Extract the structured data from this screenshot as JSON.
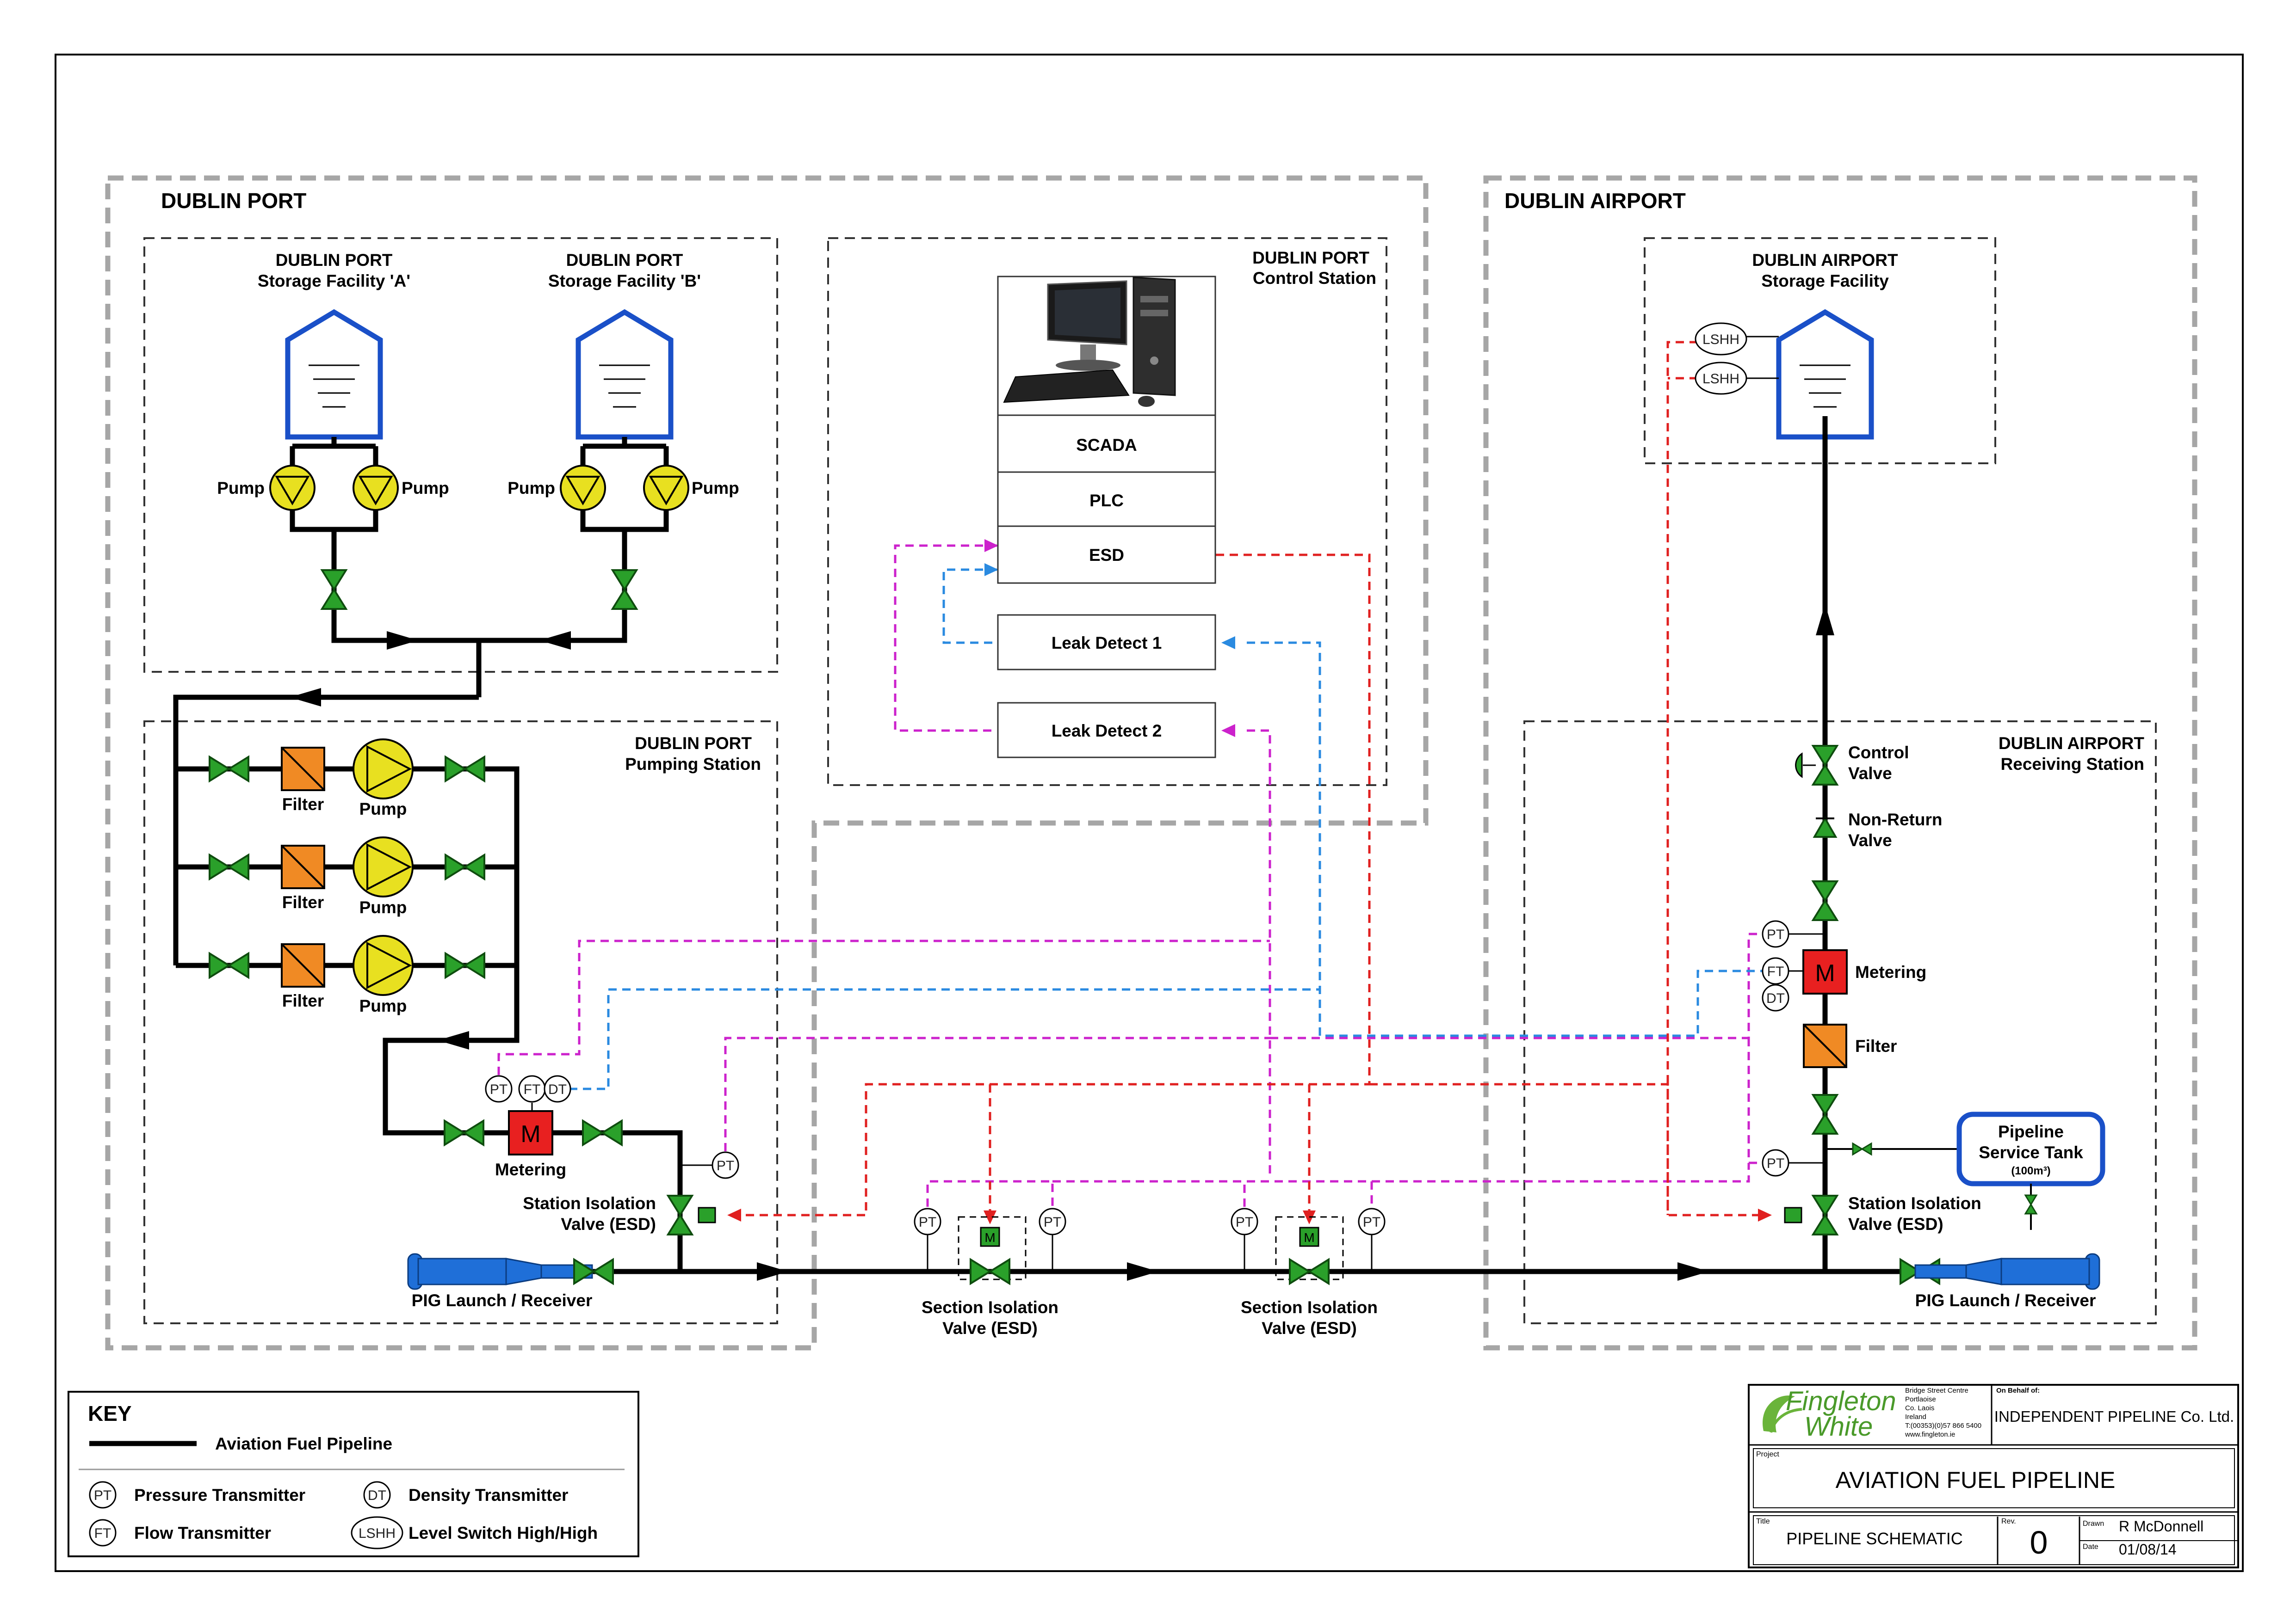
{
  "zones": {
    "dublin_port": "DUBLIN PORT",
    "dublin_airport": "DUBLIN AIRPORT"
  },
  "facilities": {
    "storage_a_line1": "DUBLIN PORT",
    "storage_a_line2": "Storage Facility 'A'",
    "storage_b_line1": "DUBLIN PORT",
    "storage_b_line2": "Storage Facility 'B'",
    "control_line1": "DUBLIN PORT",
    "control_line2": "Control Station",
    "pumping_line1": "DUBLIN PORT",
    "pumping_line2": "Pumping Station",
    "airport_storage_line1": "DUBLIN AIRPORT",
    "airport_storage_line2": "Storage Facility",
    "receiving_line1": "DUBLIN AIRPORT",
    "receiving_line2": "Receiving Station"
  },
  "control_stack": [
    "SCADA",
    "PLC",
    "ESD"
  ],
  "leak_detect": [
    "Leak Detect 1",
    "Leak Detect 2"
  ],
  "labels": {
    "pump": "Pump",
    "filter": "Filter",
    "metering": "Metering",
    "meter_symbol": "M",
    "station_isolation_line1": "Station Isolation",
    "station_isolation_line2": "Valve (ESD)",
    "section_isolation_line1": "Section Isolation",
    "section_isolation_line2": "Valve (ESD)",
    "pig_launch": "PIG Launch / Receiver",
    "control_valve_line1": "Control",
    "control_valve_line2": "Valve",
    "non_return_line1": "Non-Return",
    "non_return_line2": "Valve",
    "service_tank_line1": "Pipeline",
    "service_tank_line2": "Service Tank",
    "service_tank_line3": "(100m³)"
  },
  "instruments": {
    "pt": "PT",
    "ft": "FT",
    "dt": "DT",
    "lshh": "LSHH"
  },
  "key": {
    "title": "KEY",
    "pipeline": "Aviation Fuel Pipeline",
    "pt_symbol": "PT",
    "pt_label": "Pressure Transmitter",
    "ft_symbol": "FT",
    "ft_label": "Flow Transmitter",
    "dt_symbol": "DT",
    "dt_label": "Density Transmitter",
    "lshh_symbol": "LSHH",
    "lshh_label": "Level Switch High/High"
  },
  "title_block": {
    "logo_line1": "Fingleton",
    "logo_line2": "White",
    "address": [
      "Bridge Street Centre",
      "Portlaoise",
      "Co. Laois",
      "Ireland",
      "T:(00353)(0)57 866 5400",
      "www.fingleton.ie"
    ],
    "on_behalf_label": "On Behalf of:",
    "client": "INDEPENDENT PIPELINE Co. Ltd.",
    "project_label": "Project",
    "project": "AVIATION FUEL PIPELINE",
    "title_label": "Title",
    "title": "PIPELINE SCHEMATIC",
    "rev_label": "Rev.",
    "rev": "0",
    "drawn_label": "Drawn",
    "drawn": "R McDonnell",
    "date_label": "Date",
    "date": "01/08/14"
  },
  "colors": {
    "pipeline": "#000000",
    "signal_magenta": "#cc22cc",
    "signal_blue": "#2a8ae0",
    "signal_red": "#e02020",
    "valve": "#2aa02a",
    "filter": "#f08a24",
    "pump": "#e8e020",
    "meter": "#e82020",
    "tank": "#1a50c8",
    "pig": "#1f6fd8"
  }
}
